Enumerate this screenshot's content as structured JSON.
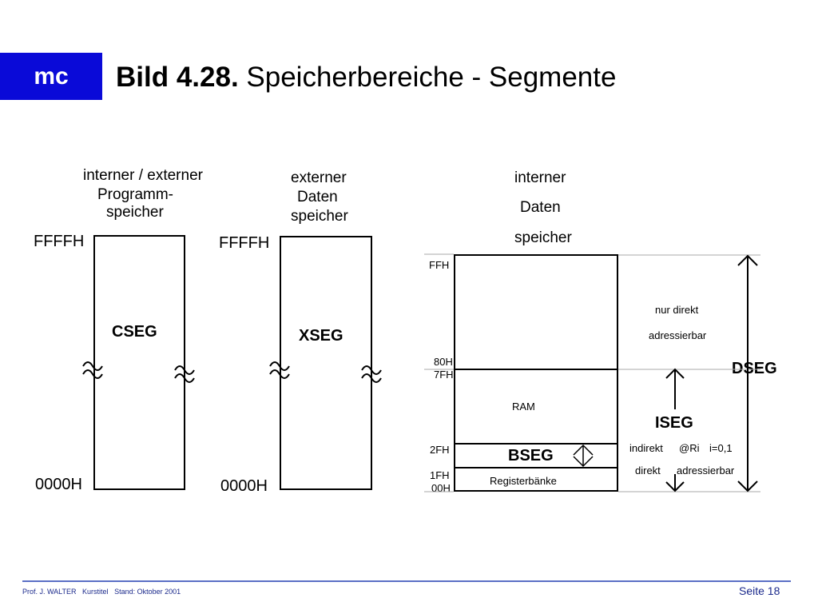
{
  "header": {
    "logo_text": "mc",
    "title_bold": "Bild 4.28.",
    "title_rest": " Speicherbereiche - Segmente"
  },
  "code_mem": {
    "caption": [
      "interner / externer",
      "Programm-",
      "speicher"
    ],
    "top_addr": "FFFFH",
    "bottom_addr": "0000H",
    "segment": "CSEG"
  },
  "ext_data": {
    "caption": [
      "externer",
      "Daten",
      "speicher"
    ],
    "top_addr": "FFFFH",
    "bottom_addr": "0000H",
    "segment": "XSEG"
  },
  "int_data": {
    "caption": [
      "interner",
      "Daten",
      "speicher"
    ],
    "addresses": {
      "ffh": "FFH",
      "h80": "80H",
      "h7f": "7FH",
      "h2f": "2FH",
      "h1f": "1FH",
      "h00": "00H"
    },
    "upper_label": [
      "nur direkt",
      "adressierbar"
    ],
    "ram_label": "RAM",
    "bseg": "BSEG",
    "register_label": "Registerbänke",
    "dseg": "DSEG",
    "iseg": "ISEG",
    "indirect": {
      "label": "indirekt",
      "ri": "@Ri",
      "i": "i=0,1"
    },
    "direct": {
      "label": "direkt",
      "addr": "adressierbar"
    }
  },
  "footer": {
    "author": "Prof. J. WALTER",
    "course": "Kurstitel",
    "date": "Stand: Oktober 2001",
    "page": "Seite 18"
  },
  "colors": {
    "logo_bg": "#0a0ad8",
    "footer_blue": "#1b2a8c",
    "footer_line": "#5b6fc5"
  }
}
